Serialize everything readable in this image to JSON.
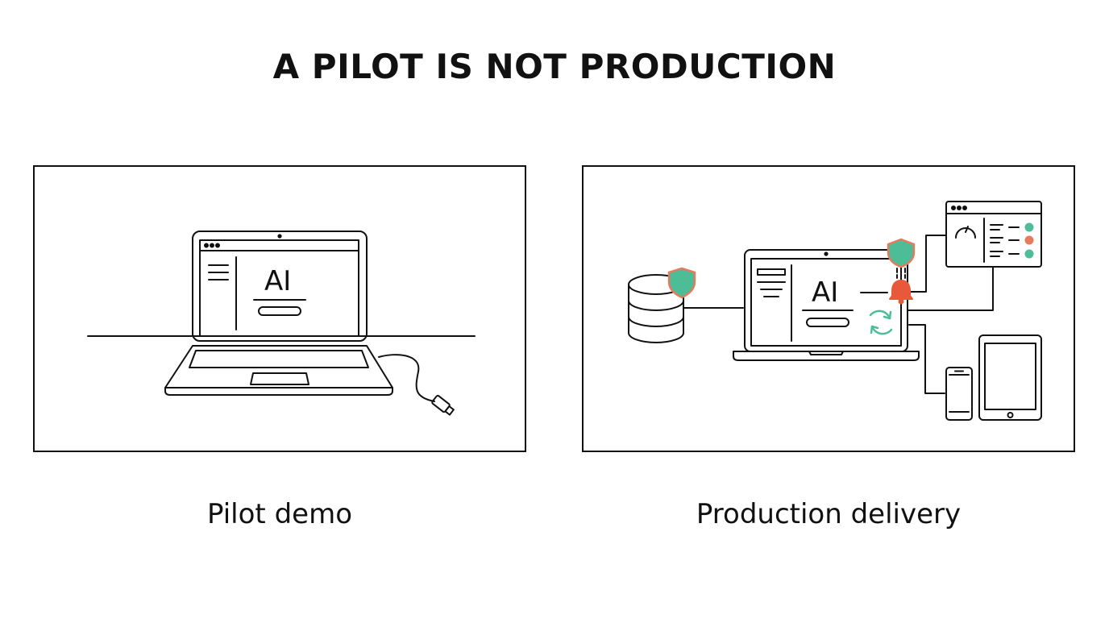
{
  "title": "A PILOT IS NOT PRODUCTION",
  "panels": [
    {
      "caption": "Pilot demo",
      "screen_label": "AI"
    },
    {
      "caption": "Production delivery",
      "screen_label": "AI"
    }
  ],
  "colors": {
    "ink": "#111111",
    "shield_fill": "#4dbd98",
    "shield_border": "#e67a5c",
    "alert": "#e9583a",
    "status_green": "#4dbd98",
    "status_orange": "#e67a5c"
  },
  "icons": [
    "laptop-icon",
    "usb-cable-icon",
    "database-icon",
    "shield-icon",
    "bell-icon",
    "sync-icon",
    "dashboard-window-icon",
    "gauge-icon",
    "phone-icon",
    "tablet-icon"
  ]
}
